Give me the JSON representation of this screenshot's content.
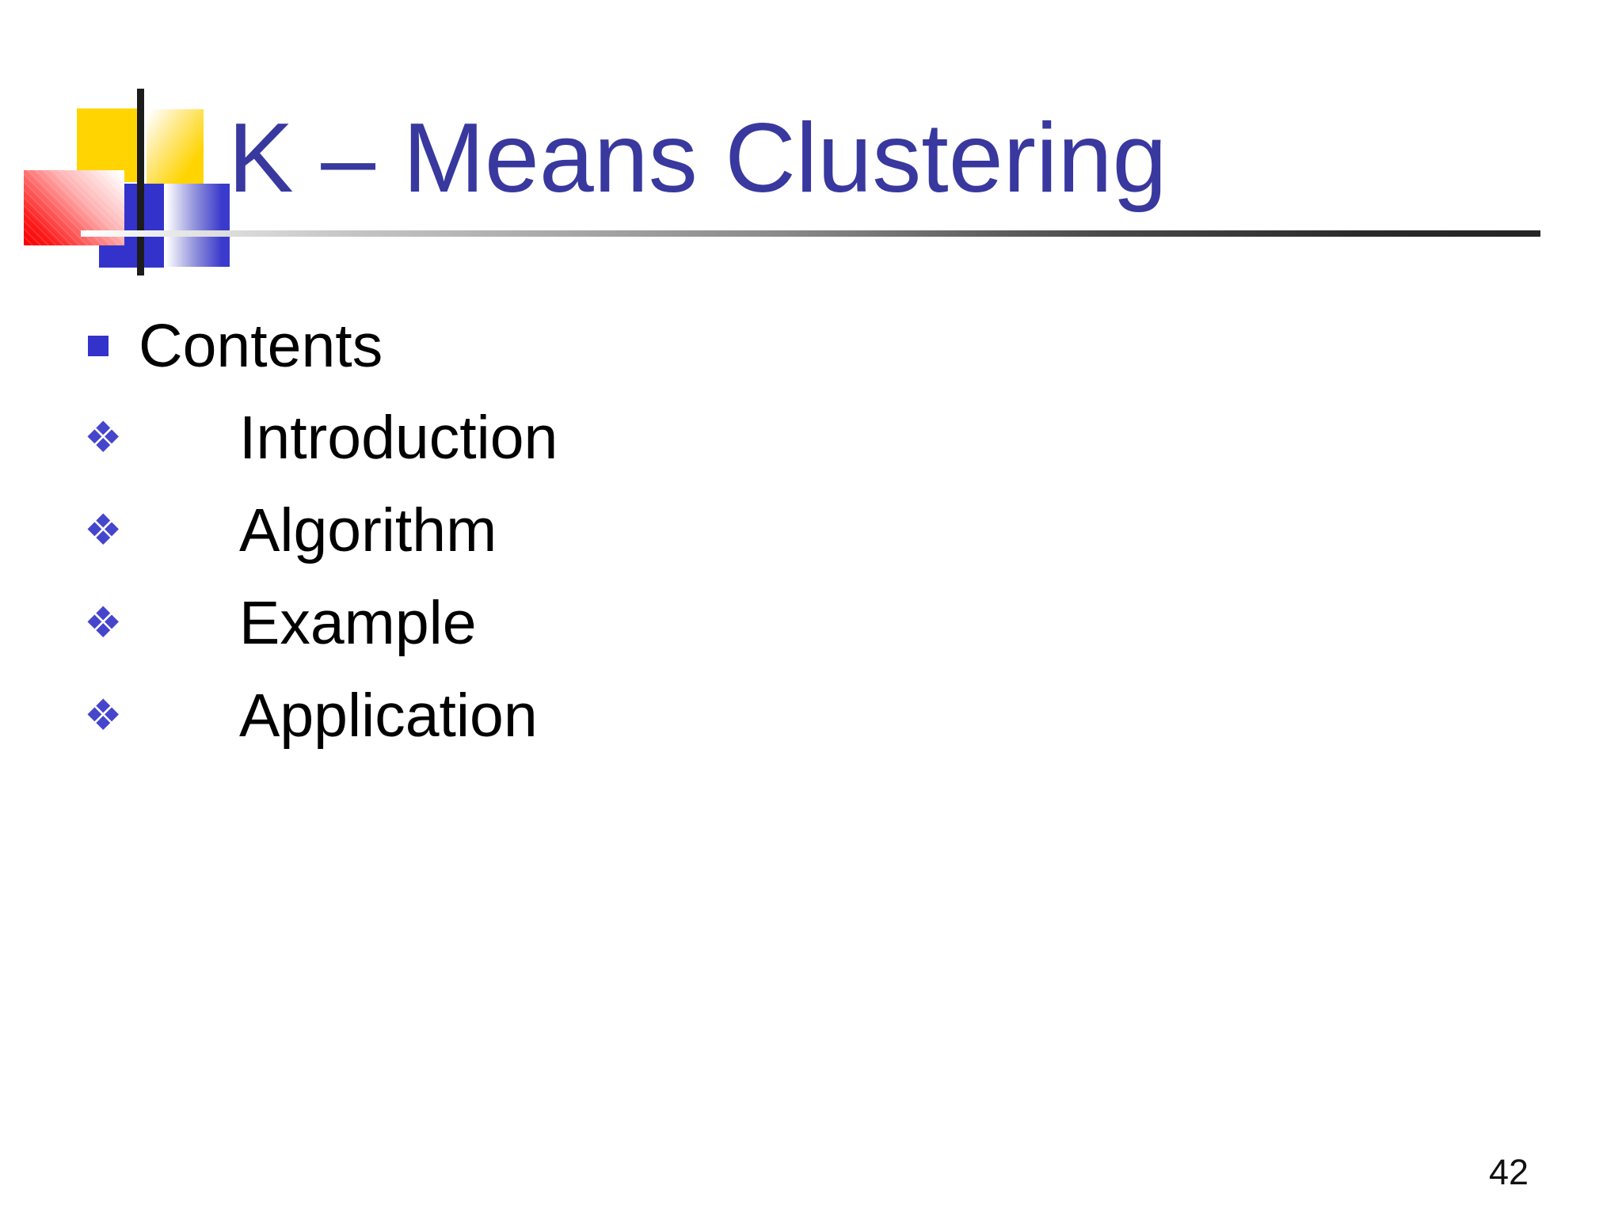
{
  "header": {
    "title": "K – Means Clustering"
  },
  "content": {
    "items": [
      {
        "level": 1,
        "label": "Contents"
      },
      {
        "level": 2,
        "label": "Introduction"
      },
      {
        "level": 2,
        "label": "Algorithm"
      },
      {
        "level": 2,
        "label": "Example"
      },
      {
        "level": 2,
        "label": "Application"
      }
    ]
  },
  "footer": {
    "page_number": "42"
  },
  "icons": {
    "level1_bullet": "square-bullet-icon",
    "level2_bullet_glyph": "❖"
  },
  "colors": {
    "background": "#ffffff",
    "title_blue": "#38389f",
    "body_text": "#000000",
    "bullet_square_blue": "#3333cc",
    "bullet_diamond_blue": "#4545cd",
    "logo_yellow": "#ffd400",
    "logo_red": "#ff0000",
    "logo_blue": "#3333cc",
    "logo_line_black": "#1c1c1c",
    "divider_dark": "#242424"
  }
}
